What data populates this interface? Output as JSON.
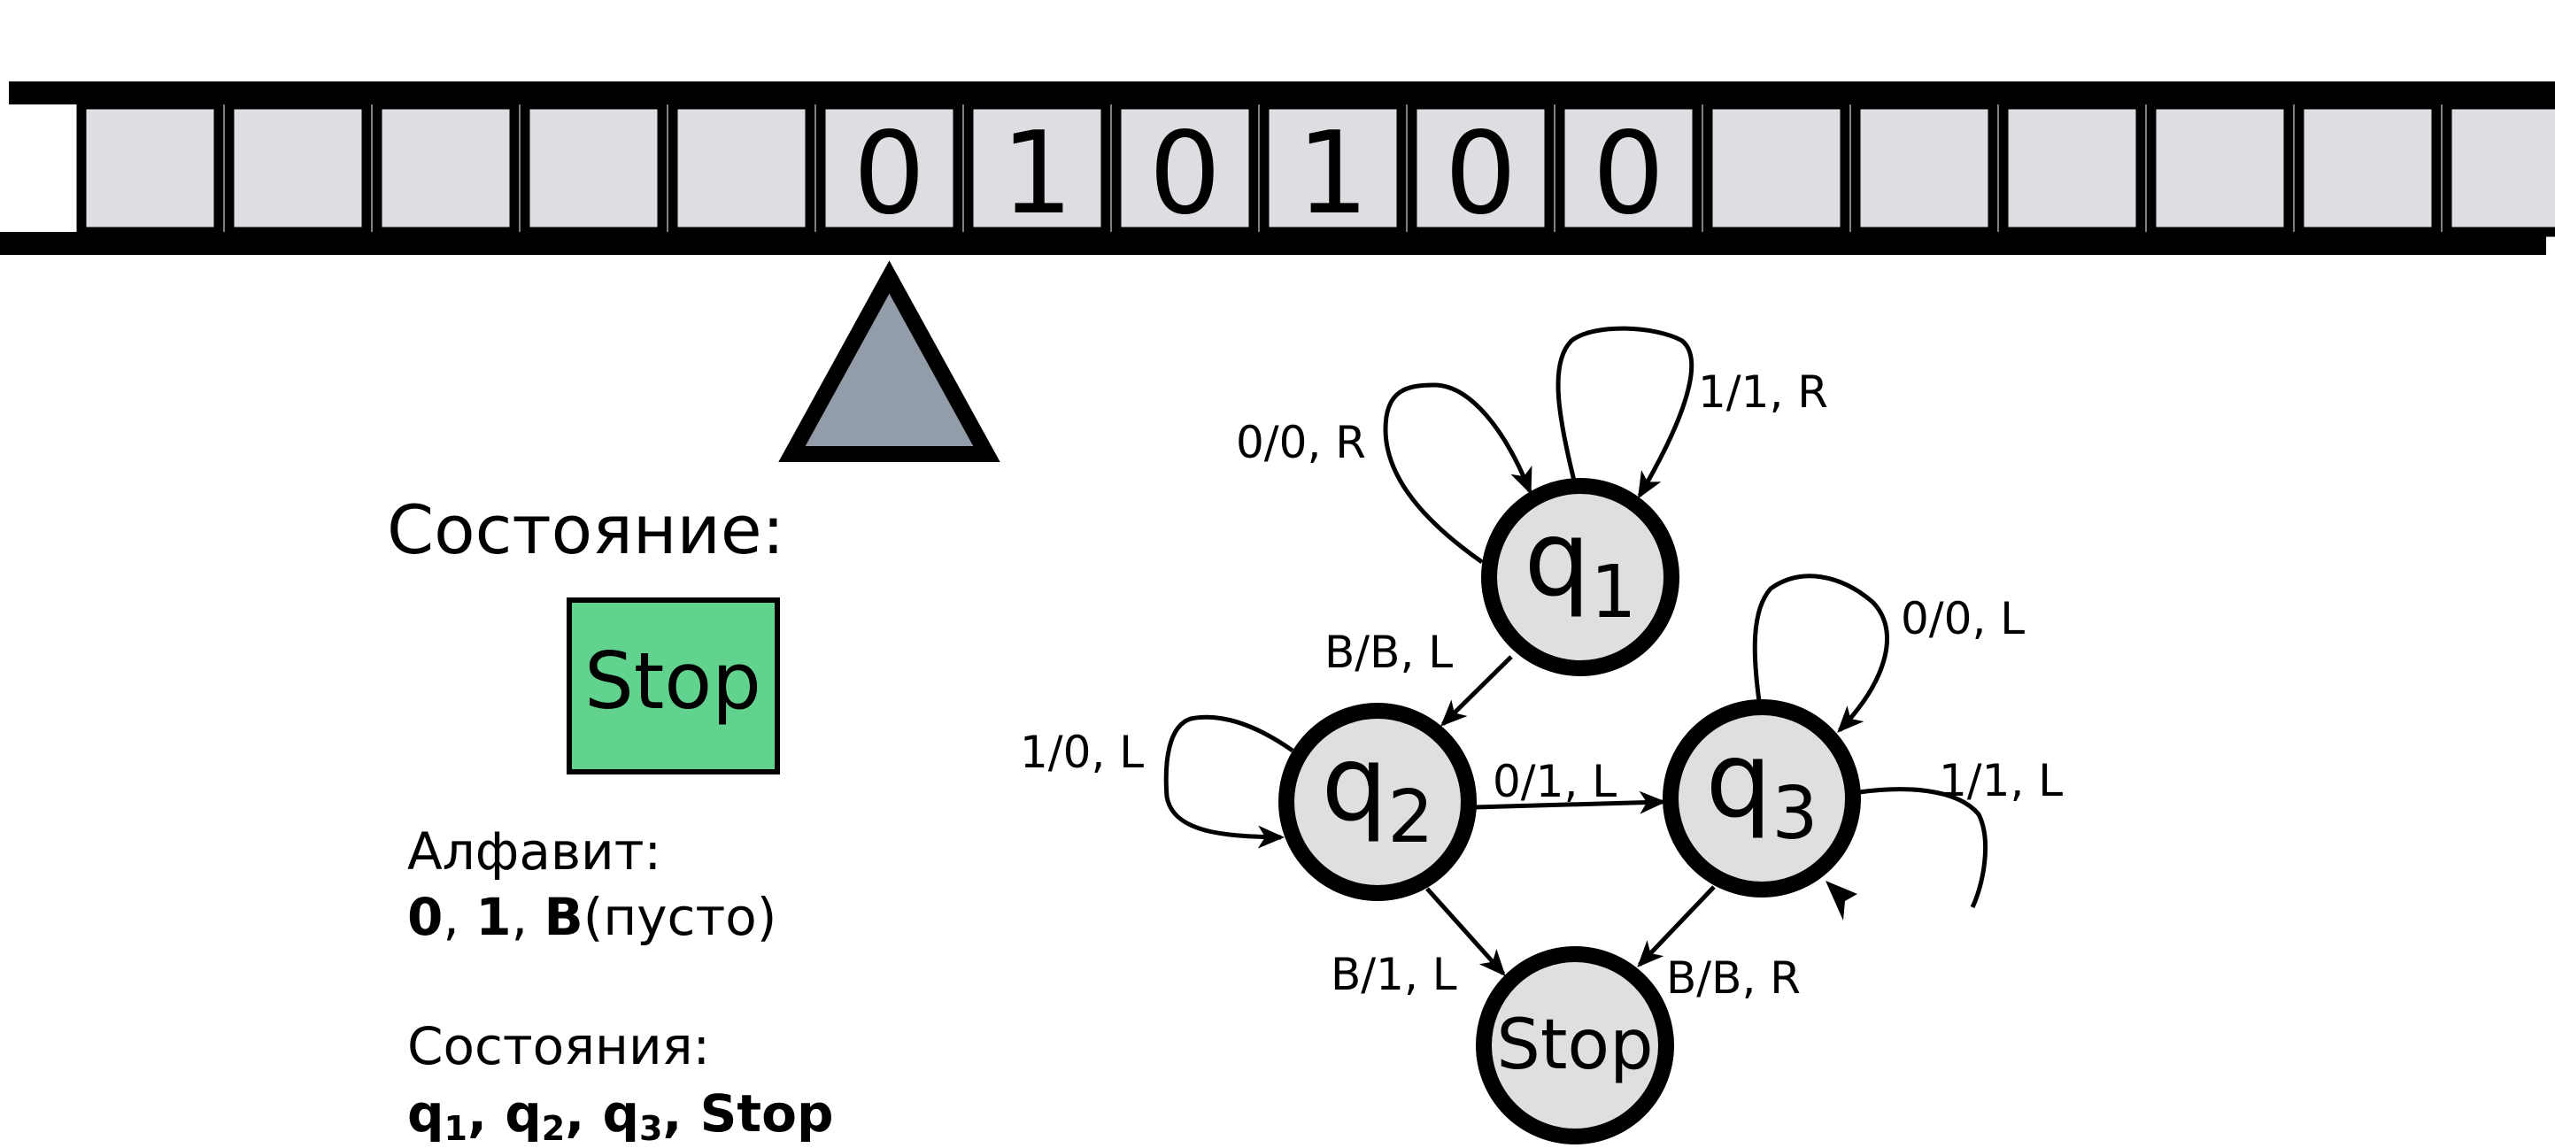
{
  "tape": {
    "cells": [
      "",
      "",
      "",
      "",
      "",
      "0",
      "1",
      "0",
      "1",
      "0",
      "0",
      "",
      "",
      "",
      "",
      "",
      ""
    ],
    "head_index": 5
  },
  "colors": {
    "cell_fill": "#dcdee2",
    "head_fill": "#939ca9",
    "state_box_fill": "#62d38e",
    "node_fill": "#dde0df",
    "stroke": "#000000"
  },
  "state_panel": {
    "heading": "Состояние:",
    "current_state": "Stop"
  },
  "info": {
    "alphabet_title": "Алфавит:",
    "alphabet_sym_0": "0",
    "alphabet_sep_1": ", ",
    "alphabet_sym_1": "1",
    "alphabet_sep_2": ", ",
    "alphabet_sym_B": "B",
    "alphabet_blank_note": "(пусто)",
    "states_title": "Состояния:",
    "states_q": "q",
    "states_q1_sub": "1",
    "states_sep_1": ", ",
    "states_q2_sub": "2",
    "states_sep_2": ", ",
    "states_q3_sub": "3",
    "states_sep_3": ", ",
    "states_stop": "Stop"
  },
  "nodes": {
    "q1": {
      "letter": "q",
      "sub": "1"
    },
    "q2": {
      "letter": "q",
      "sub": "2"
    },
    "q3": {
      "letter": "q",
      "sub": "3"
    },
    "stop": {
      "label": "Stop"
    }
  },
  "transitions": {
    "q1_loop_a": "0/0, R",
    "q1_loop_b": "1/1, R",
    "q1_q2": "B/B, L",
    "q2_loop": "1/0, L",
    "q2_q3": "0/1, L",
    "q3_loop_a": "0/0, L",
    "q3_loop_b": "1/1, L",
    "q2_stop": "B/1, L",
    "q3_stop": "B/B, R"
  }
}
